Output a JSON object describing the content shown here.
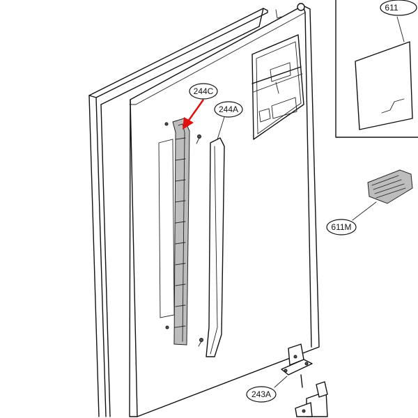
{
  "labels": {
    "part_244C": "244C",
    "part_244A": "244A",
    "part_611M": "611M",
    "part_243A": "243A",
    "part_611_partial": "611"
  },
  "colors": {
    "highlight_arrow": "#e01010",
    "line": "#111111"
  }
}
